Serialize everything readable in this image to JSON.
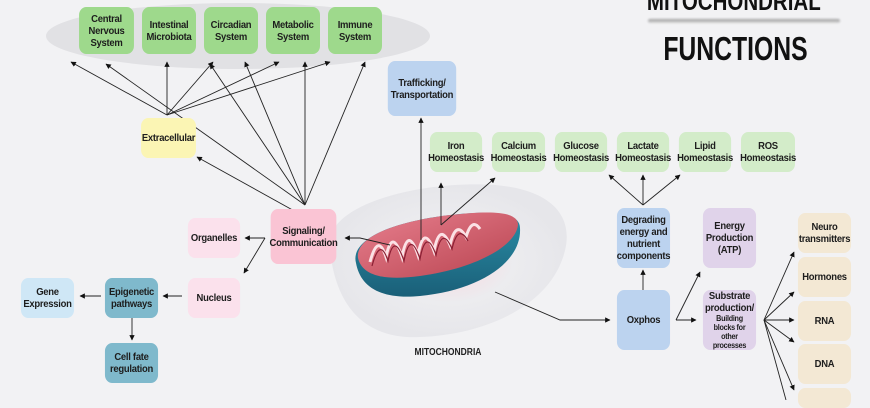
{
  "title": {
    "line1": "MITOCHONDRIAL",
    "line2": "FUNCTIONS"
  },
  "center": {
    "label": "MITOCHONDRIA"
  },
  "systems": [
    {
      "label": "Central Nervous System"
    },
    {
      "label": "Intestinal Microbiota"
    },
    {
      "label": "Circadian System"
    },
    {
      "label": "Metabolic System"
    },
    {
      "label": "Immune System"
    }
  ],
  "homeostasis": [
    {
      "label": "Iron Homeostasis"
    },
    {
      "label": "Calcium Homeostasis"
    },
    {
      "label": "Glucose Homeostasis"
    },
    {
      "label": "Lactate Homeostasis"
    },
    {
      "label": "Lipid Homeostasis"
    },
    {
      "label": "ROS Homeostasis"
    }
  ],
  "nodes": {
    "trafficking": "Trafficking/ Transportation",
    "extracellular": "Extracellular",
    "signaling": "Signaling/ Communication",
    "organelles": "Organelles",
    "nucleus": "Nucleus",
    "epigenetic": "Epigenetic pathways",
    "gene_expression": "Gene Expression",
    "cell_fate": "Cell fate regulation",
    "degrading": "Degrading energy and nutrient components",
    "oxphos": "Oxphos",
    "energy": "Energy Production (ATP)",
    "substrate_main": "Substrate production/",
    "substrate_sub": "Building blocks for other processes"
  },
  "products": [
    {
      "label": "Neuro transmitters"
    },
    {
      "label": "Hormones"
    },
    {
      "label": "RNA"
    },
    {
      "label": "DNA"
    }
  ],
  "colors": {
    "system_green": "#9ed98c",
    "homeostasis_green": "#d3ecc9",
    "signaling_pink": "#fac4d4",
    "oxphos_blue": "#bcd3ef",
    "epigenetic_teal": "#7fb9cc",
    "substrate_lavender": "#e0d3ea",
    "product_beige": "#f3e8d4",
    "extracellular_yellow": "#fbf5b4"
  }
}
